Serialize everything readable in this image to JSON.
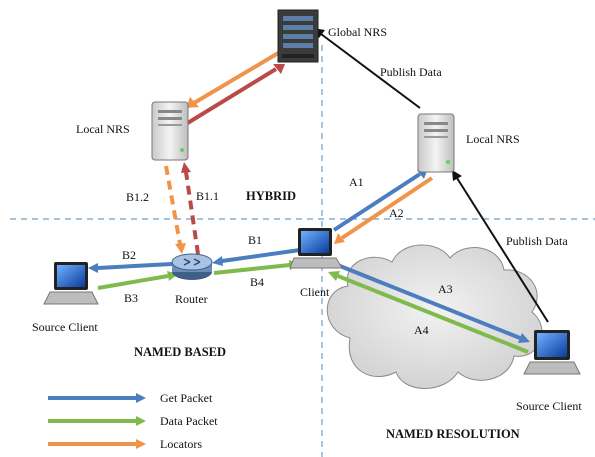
{
  "nodes": {
    "global_nrs": "Global NRS",
    "local_nrs_left": "Local NRS",
    "local_nrs_right": "Local NRS",
    "router": "Router",
    "client": "Client",
    "source_client_left": "Source Client",
    "source_client_right": "Source Client"
  },
  "regions": {
    "hybrid": "HYBRID",
    "named_based": "NAMED BASED",
    "named_resolution": "NAMED RESOLUTION"
  },
  "edges": {
    "publish_top": "Publish Data",
    "publish_right": "Publish Data",
    "a1": "A1",
    "a2": "A2",
    "a3": "A3",
    "a4": "A4",
    "b1": "B1",
    "b11": "B1.1",
    "b12": "B1.2",
    "b2": "B2",
    "b3": "B3",
    "b4": "B4"
  },
  "legend": [
    {
      "label": "Get Packet",
      "color": "#4a7ebf"
    },
    {
      "label": "Data Packet",
      "color": "#7fba4c"
    },
    {
      "label": "Locators",
      "color": "#f0944a"
    }
  ],
  "colors": {
    "get": "#4a7ebf",
    "data": "#7fba4c",
    "locator": "#f0944a",
    "nrs_link": "#b94a48",
    "publish": "#111111",
    "divider": "#6fa0c8",
    "cloud": "#d8d8d8"
  }
}
